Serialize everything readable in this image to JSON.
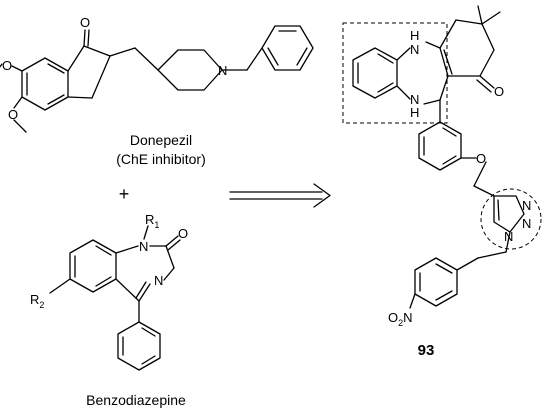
{
  "donepezil": {
    "name": "Donepezil",
    "note": "(ChE inhibitor)",
    "atom_o_ketone": "O",
    "atom_o_upper": "O",
    "atom_o_lower": "O",
    "atom_n": "N"
  },
  "plus": "+",
  "benzodiazepine": {
    "name": "Benzodiazepine",
    "r1": "R",
    "r1_sub": "1",
    "r2": "R",
    "r2_sub": "2",
    "atom_n1": "N",
    "atom_n2": "N",
    "atom_o": "O"
  },
  "compound_93": {
    "label": "93",
    "atom_nh_top": "H",
    "atom_n_top": "N",
    "atom_nh_bottom": "H",
    "atom_n_bottom": "N",
    "atom_o_ketone": "O",
    "atom_o_ether": "O",
    "atom_n_t1": "N",
    "atom_n_t2": "N",
    "atom_n_t3": "N",
    "nitro_o": "O",
    "nitro_sub": "2",
    "nitro_n": "N"
  }
}
